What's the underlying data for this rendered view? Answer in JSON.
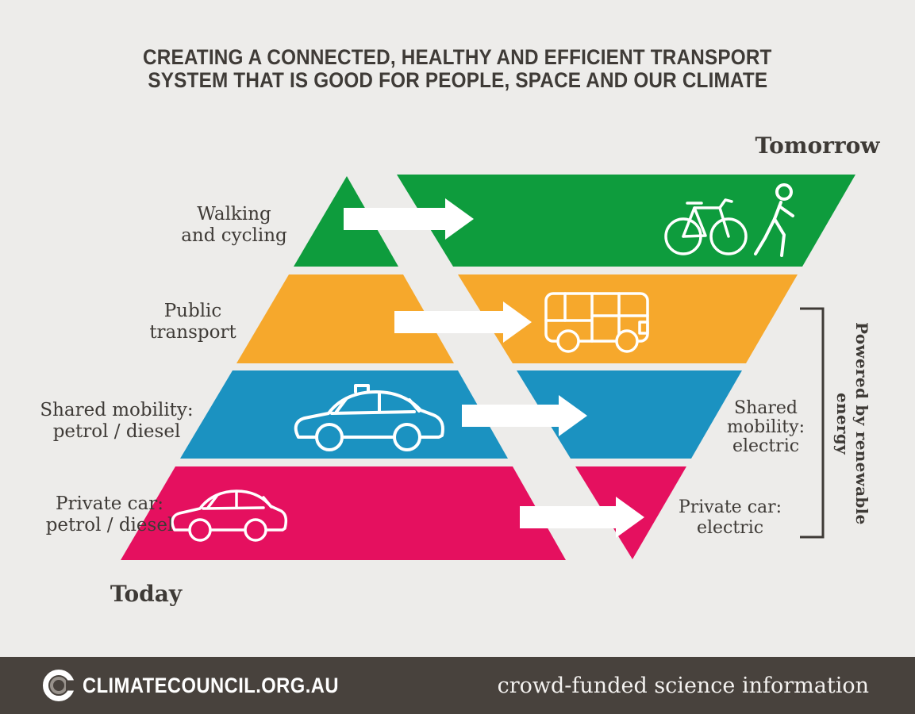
{
  "title": {
    "line1": "CREATING A CONNECTED, HEALTHY AND EFFICIENT TRANSPORT",
    "line2": "SYSTEM THAT IS GOOD FOR PEOPLE, SPACE AND OUR CLIMATE"
  },
  "today_label": "Today",
  "tomorrow_label": "Tomorrow",
  "rows": [
    {
      "id": "walking-cycling",
      "left_label_lines": [
        "Walking",
        "and cycling"
      ],
      "right_label_lines": [],
      "right_icons": [
        "bicycle-icon",
        "pedestrian-icon"
      ]
    },
    {
      "id": "public-transport",
      "left_label_lines": [
        "Public",
        "transport"
      ],
      "right_label_lines": [],
      "right_icons": [
        "bus-icon"
      ]
    },
    {
      "id": "shared-mobility",
      "left_label_lines": [
        "Shared mobility:",
        "petrol / diesel"
      ],
      "right_label_lines": [
        "Shared",
        "mobility:",
        "electric"
      ],
      "left_icons": [
        "taxi-icon"
      ]
    },
    {
      "id": "private-car",
      "left_label_lines": [
        "Private car:",
        "petrol / diesel"
      ],
      "right_label_lines": [
        "Private car:",
        "electric"
      ],
      "left_icons": [
        "car-icon"
      ]
    }
  ],
  "bracket_label": "Powered by renewable energy",
  "footer": {
    "site": "CLIMATECOUNCIL.ORG.AU",
    "tagline": "crowd-funded science information",
    "logo_icon": "climate-council-c-logo"
  },
  "colors": {
    "green": "#0e9c3d",
    "yellow": "#f6a82c",
    "blue": "#1b92c1",
    "pink": "#e5105f",
    "background": "#edecea",
    "footer_bg": "#48423d",
    "text": "#3e3a36",
    "white": "#ffffff"
  }
}
